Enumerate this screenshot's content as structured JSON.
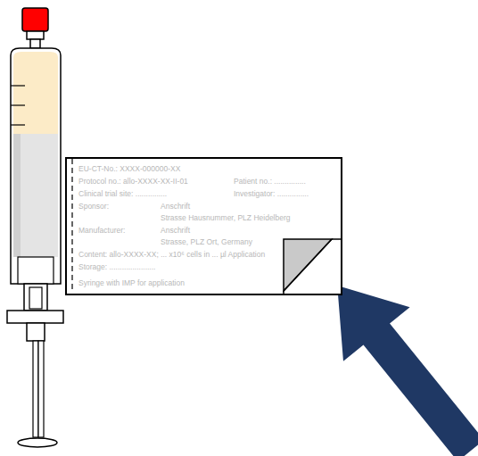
{
  "diagram": {
    "nodes": [
      {
        "text": [
          "EU-CT-No.: XXXX-000000-XX",
          "Protocol no.: allo-XXXX-XX-II-01",
          "Patient no.: ...............",
          "Clinical trial site: ...............",
          "Investigator: ...............",
          "Sponsor:",
          "Anschrift",
          "Strasse Hausnummer, PLZ Heidelberg",
          "Manufacturer:",
          "Anschrift",
          "Strasse, PLZ Ort, Germany",
          "Content: allo-XXXX-XX; ... x10⁶ cells in ... µl Application",
          "Storage: ......................",
          "Syringe with IMP for application"
        ]
      }
    ]
  }
}
